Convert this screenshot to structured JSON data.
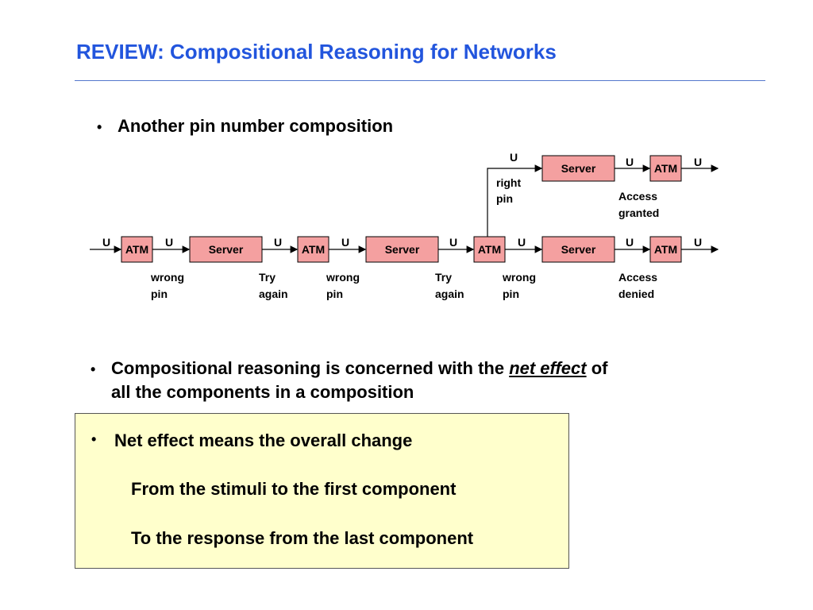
{
  "title": "REVIEW: Compositional Reasoning for Networks",
  "bullet_symbol": "•",
  "bullet1": "Another pin number composition",
  "bullet2": {
    "before": "Compositional reasoning is concerned with the ",
    "emphasis": "net effect",
    "after": " of",
    "line2": "all the components in a composition"
  },
  "box": {
    "bullet": "Net effect means the overall change",
    "line1": "From the stimuli to the first component",
    "line2": "To the response from the last component",
    "background": "#ffffcc"
  },
  "diagram": {
    "box_fill": "#f4a0a0",
    "signal": "U",
    "chain": [
      "ATM",
      "Server",
      "ATM",
      "Server",
      "ATM",
      "Server",
      "ATM"
    ],
    "branch": [
      "Server",
      "ATM"
    ],
    "notes": {
      "wrong_pin_1": [
        "wrong",
        "pin"
      ],
      "try_again_1": [
        "Try",
        "again"
      ],
      "wrong_pin_2": [
        "wrong",
        "pin"
      ],
      "try_again_2": [
        "Try",
        "again"
      ],
      "wrong_pin_3": [
        "wrong",
        "pin"
      ],
      "access_denied": [
        "Access",
        "denied"
      ],
      "right_pin": [
        "right",
        "pin"
      ],
      "access_granted": [
        "Access",
        "granted"
      ]
    }
  },
  "colors": {
    "title": "#2255dd",
    "rule": "#5577cc"
  }
}
